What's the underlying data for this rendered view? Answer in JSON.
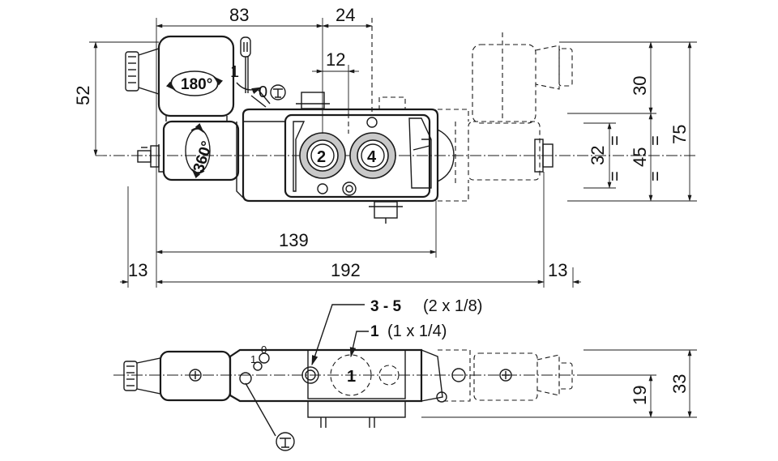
{
  "dimensions": {
    "top_83": "83",
    "top_24": "24",
    "top_12": "12",
    "left_52": "52",
    "right_30": "30",
    "right_75": "75",
    "right_45": "45",
    "right_32": "32",
    "eq": "=",
    "bottom_139": "139",
    "bottom_192": "192",
    "bottom_13_left": "13",
    "bottom_13_right": "13",
    "side_33": "33",
    "side_19": "19"
  },
  "labels": {
    "rotate_180": "180°",
    "rotate_360": "360°",
    "manual_1": "1",
    "manual_0": "0",
    "port_2": "2",
    "port_4": "4",
    "port_1": "1",
    "ports_35_bold": "3 - 5",
    "ports_35_size": "(2 x 1/8)",
    "port_1_bold": "1",
    "port_1_size": "(1 x 1/4)"
  }
}
